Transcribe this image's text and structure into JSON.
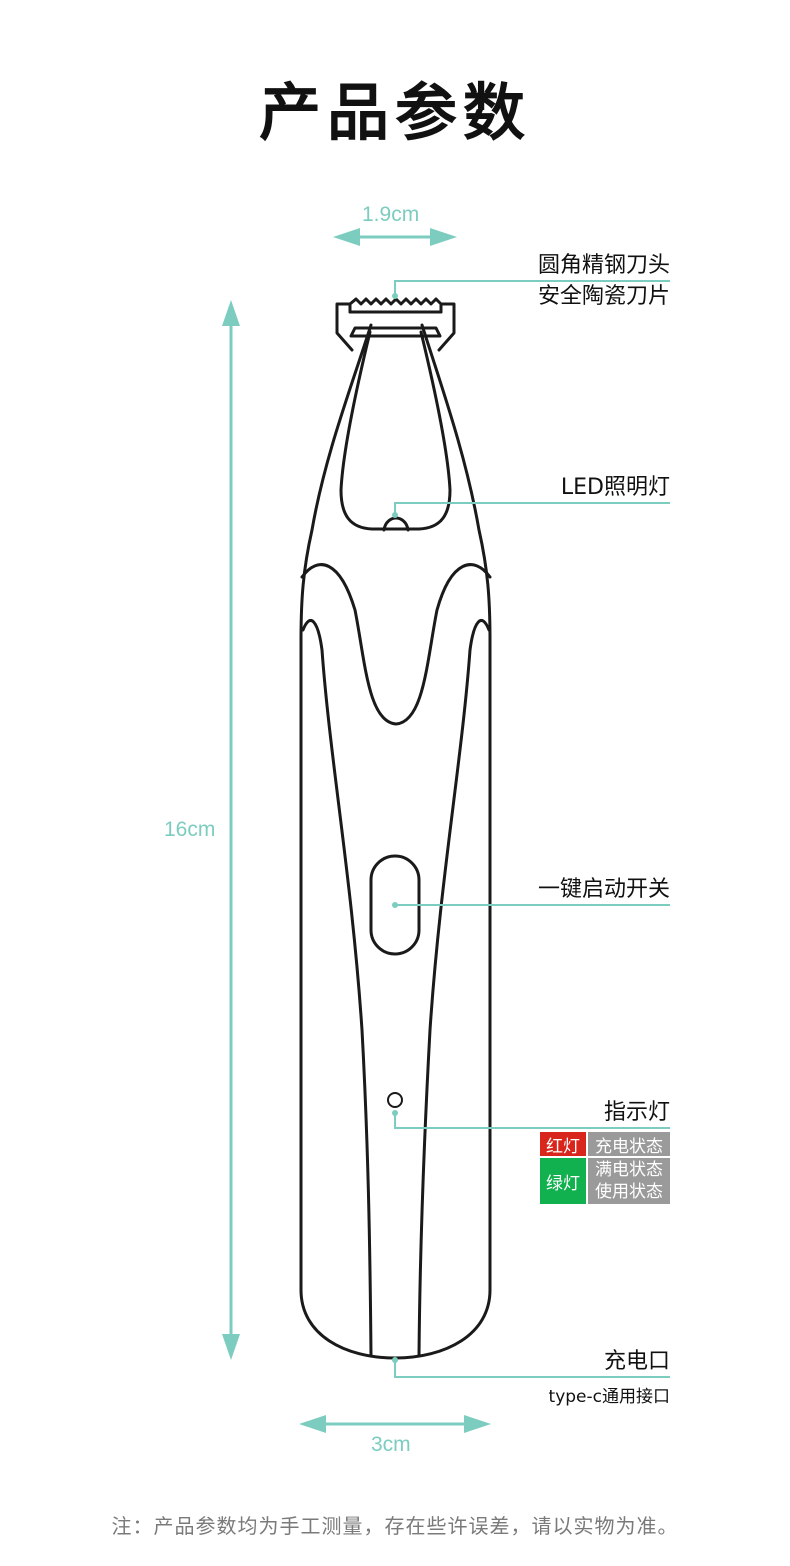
{
  "title": "产品参数",
  "dimensions": {
    "top_width": "1.9cm",
    "height": "16cm",
    "bottom_width": "3cm"
  },
  "callouts": {
    "blade_line1": "圆角精钢刀头",
    "blade_line2": "安全陶瓷刀片",
    "led": "LED照明灯",
    "switch": "一键启动开关",
    "indicator": "指示灯",
    "port": "充电口",
    "port_sub": "type-c通用接口"
  },
  "indicator_legend": {
    "red_label": "红灯",
    "red_state": "充电状态",
    "green_label": "绿灯",
    "green_state_1": "满电状态",
    "green_state_2": "使用状态"
  },
  "footnote": "注：产品参数均为手工测量，存在些许误差，请以实物为准。",
  "colors": {
    "accent": "#7ccdc0",
    "red": "#d8261c",
    "green": "#12b14f",
    "gray": "#9a9a9a"
  }
}
